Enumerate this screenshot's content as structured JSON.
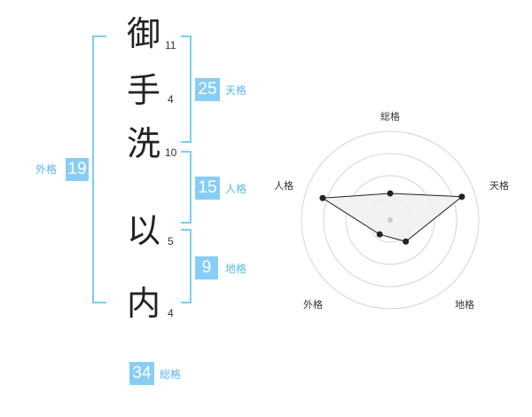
{
  "name_chars": [
    {
      "char": "御",
      "strokes": "11"
    },
    {
      "char": "手",
      "strokes": "4"
    },
    {
      "char": "洗",
      "strokes": "10"
    },
    {
      "char": "以",
      "strokes": "5"
    },
    {
      "char": "内",
      "strokes": "4"
    }
  ],
  "kakusu": {
    "tenkaku": {
      "value": "25",
      "label": "天格"
    },
    "jinkaku": {
      "value": "15",
      "label": "人格"
    },
    "chikaku": {
      "value": "9",
      "label": "地格"
    },
    "gaikaku": {
      "value": "19",
      "label": "外格"
    },
    "soukaku": {
      "value": "34",
      "label": "総格"
    }
  },
  "radar": {
    "axes": [
      "総格",
      "天格",
      "地格",
      "外格",
      "人格"
    ],
    "levels": [
      0.3,
      0.85,
      0.3,
      0.2,
      0.8
    ],
    "rings": 4,
    "colors": {
      "ring": "#d4d4d4",
      "fill": "#f0f0f0",
      "line": "#222222",
      "dot": "#222222",
      "center": "#cccccc"
    }
  },
  "colors": {
    "accent": "#88cdf6",
    "bracket": "#7ecdf4",
    "label": "#5bb7ec"
  }
}
